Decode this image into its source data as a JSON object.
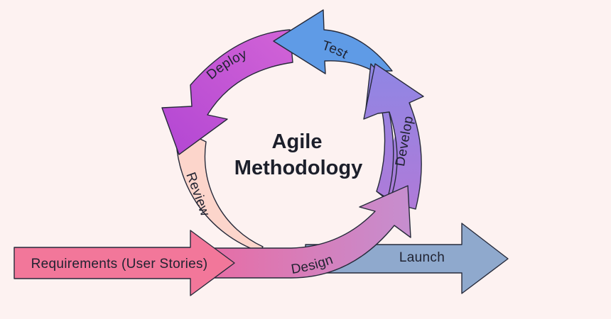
{
  "title": {
    "line1": "Agile",
    "line2": "Methodology"
  },
  "stages": {
    "requirements": "Requirements (User Stories)",
    "design": "Design",
    "develop": "Develop",
    "test": "Test",
    "deploy": "Deploy",
    "review": "Review",
    "launch": "Launch"
  },
  "colors": {
    "background": "#fdf2f1",
    "requirements": "#f2779a",
    "design_start": "#e66ea6",
    "design_end": "#c58fd0",
    "develop_start": "#8f86e4",
    "develop_end": "#b07ad8",
    "test": "#5f9be6",
    "deploy_start": "#b347d3",
    "deploy_end": "#d062d6",
    "review": "#fcd5cb",
    "launch": "#8fa9cd",
    "outline": "#262a3a",
    "text": "#1f2230"
  }
}
